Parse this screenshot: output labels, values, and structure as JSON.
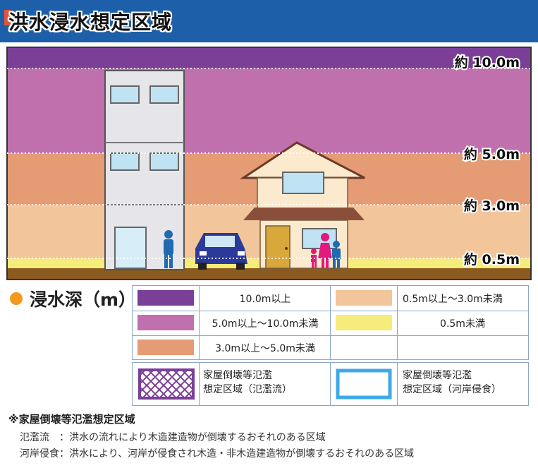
{
  "title": "洪水浸水想定区域",
  "depth_markers": [
    "約 10.0m",
    "約 5.0m",
    "約 3.0m",
    "約 0.5m"
  ],
  "legend": {
    "title": "浸水深（m）",
    "items": [
      {
        "label": "10.0m以上",
        "color": "#7b3f98"
      },
      {
        "label": "0.5m以上～3.0m未満",
        "color": "#f2c59a"
      },
      {
        "label": "5.0m以上～10.0m未満",
        "color": "#c170ae"
      },
      {
        "label": "0.5m未満",
        "color": "#f5ec79"
      },
      {
        "label": "3.0m以上～5.0m未満",
        "color": "#e59b74"
      }
    ]
  },
  "hazard_legend": {
    "flood_flow": "家屋倒壊等氾濫\n想定区域（氾濫流）",
    "bank_erosion": "家屋倒壊等氾濫\n想定区域（河岸侵食）"
  },
  "notes": {
    "heading": "※家屋倒壊等氾濫想定区域",
    "line1": "氾濫流　：洪水の流れにより木造建造物が倒壊するおそれのある区域",
    "line2": "河岸侵食：洪水により、河岸が侵食され木造・非木造建造物が倒壊するおそれのある区域"
  },
  "colors": {
    "header_blue": "#1d5fa8",
    "purple_dark": "#7b3f98",
    "purple": "#c170ae",
    "orange": "#e59b74",
    "peach": "#f2c59a",
    "yellow": "#f5ec79",
    "ground": "#8b5a1e",
    "bank_erosion_blue": "#3fa9e8"
  }
}
